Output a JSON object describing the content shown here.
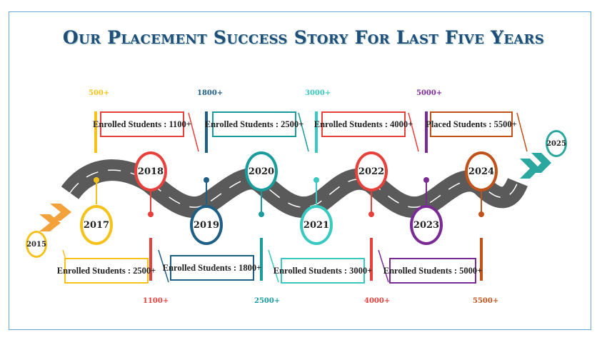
{
  "title": "Our Placement Success Story For Last Five Years",
  "colors": {
    "road": "#5a5a5a",
    "title": "#1d4f7a",
    "c2017": "#f5c21b",
    "c2018": "#e8403b",
    "c2019": "#1e5f86",
    "c2020": "#1a9c9c",
    "c2021": "#38c9c0",
    "c2022": "#e8403b",
    "c2023": "#7a2a95",
    "c2024": "#c0531a",
    "arrow_left": "#f2a13b",
    "arrow_right": "#2aa79e"
  },
  "start_year": "2015",
  "end_year": "2025",
  "years": [
    {
      "year": "2017",
      "enrolled": "Enrolled Students : 2500+",
      "count": "500+"
    },
    {
      "year": "2018",
      "enrolled": "Enrolled Students : 1100+",
      "count": "1100+"
    },
    {
      "year": "2019",
      "enrolled": "Enrolled Students : 1800+",
      "count": "1800+"
    },
    {
      "year": "2020",
      "enrolled": "Enrolled Students : 2500+",
      "count": "2500+"
    },
    {
      "year": "2021",
      "enrolled": "Enrolled Students : 3000+",
      "count": "3000+"
    },
    {
      "year": "2022",
      "enrolled": "Enrolled Students : 4000+",
      "count": "4000+"
    },
    {
      "year": "2023",
      "enrolled": "Enrolled Students : 5000+",
      "count": "5000+"
    },
    {
      "year": "2024",
      "enrolled": "Placed Students : 5500+",
      "count": "5500+"
    }
  ]
}
